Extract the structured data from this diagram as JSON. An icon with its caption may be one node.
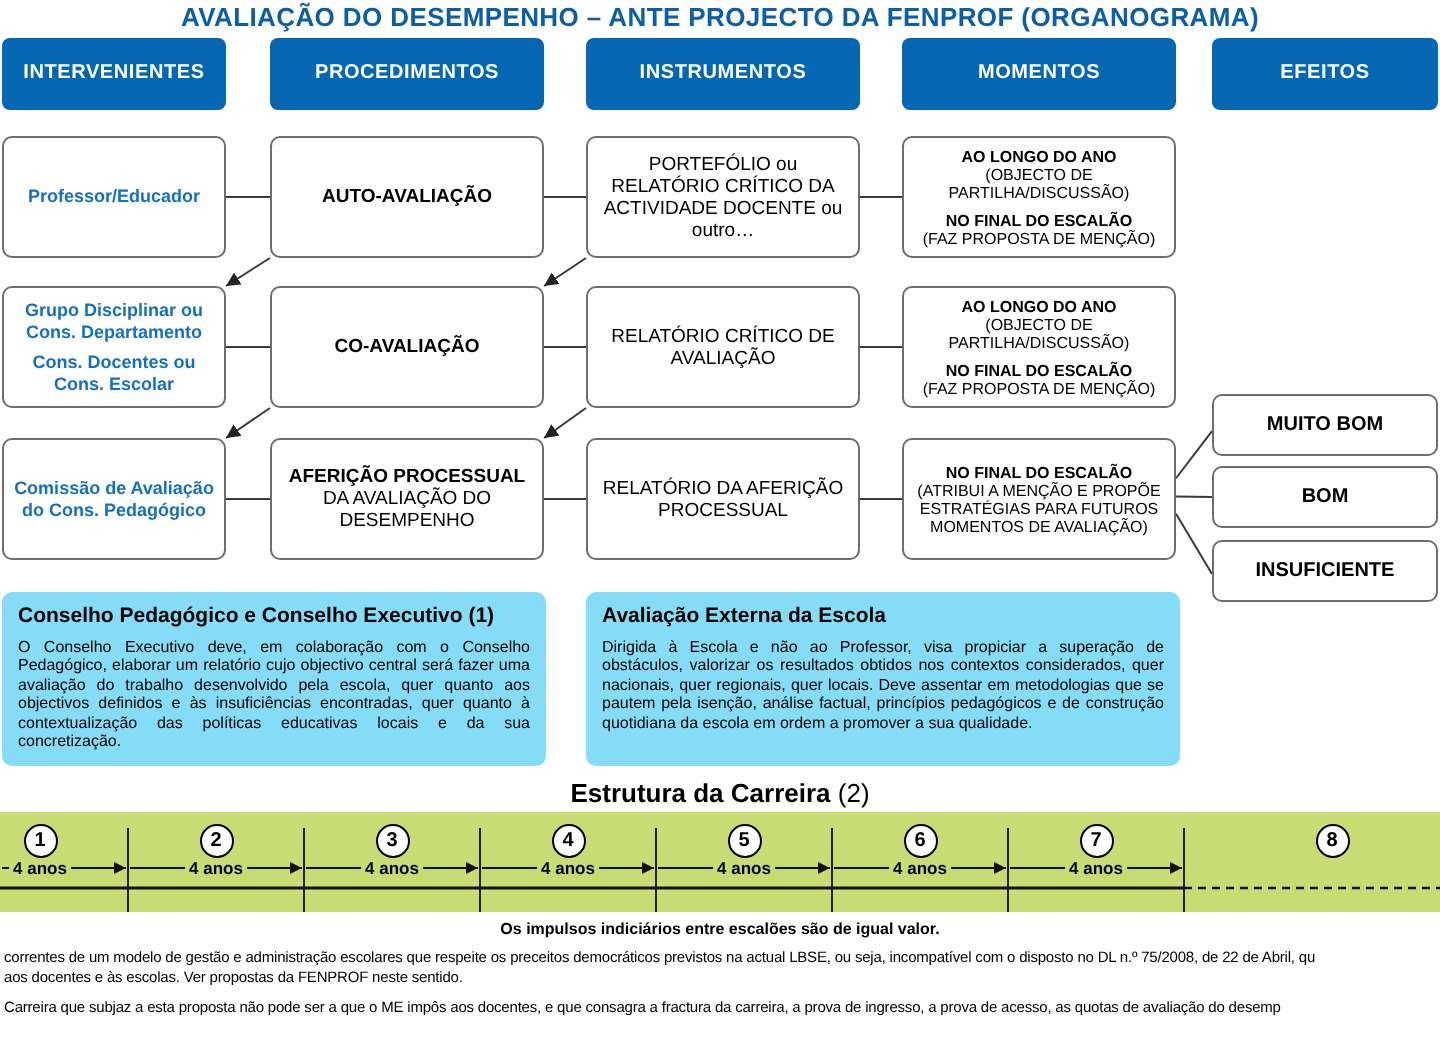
{
  "diagram": {
    "title": "AVALIAÇÃO DO DESEMPENHO – ANTE PROJECTO DA FENPROF (ORGANOGRAMA)",
    "nodes": [
      {
        "text": [
          "INTERVENIENTES"
        ]
      },
      {
        "text": [
          "PROCEDIMENTOS"
        ]
      },
      {
        "text": [
          "INSTRUMENTOS"
        ]
      },
      {
        "text": [
          "MOMENTOS"
        ]
      },
      {
        "text": [
          "EFEITOS"
        ]
      },
      {
        "text": [
          "Professor/Educador"
        ]
      },
      {
        "text": [
          "AUTO-AVALIAÇÃO"
        ]
      },
      {
        "text": [
          "PORTEFÓLIO ou RELATÓRIO CRÍTICO DA ACTIVIDADE DOCENTE ou outro…"
        ]
      },
      {
        "text": [
          "AO LONGO DO ANO",
          "(OBJECTO DE PARTILHA/DISCUSSÃO)",
          "NO FINAL DO ESCALÃO",
          "(FAZ PROPOSTA DE MENÇÃO)"
        ]
      },
      {
        "text": [
          "Grupo Disciplinar ou Cons. Departamento",
          "Cons. Docentes ou Cons. Escolar"
        ]
      },
      {
        "text": [
          "CO-AVALIAÇÃO"
        ]
      },
      {
        "text": [
          "RELATÓRIO CRÍTICO DE AVALIAÇÃO"
        ]
      },
      {
        "text": [
          "AO LONGO DO ANO",
          "(OBJECTO DE PARTILHA/DISCUSSÃO)",
          "NO FINAL DO ESCALÃO",
          "(FAZ PROPOSTA DE MENÇÃO)"
        ]
      },
      {
        "text": [
          "Comissão de Avaliação do Cons. Pedagógico"
        ]
      },
      {
        "text": [
          "**AFERIÇÃO PROCESSUAL** DA AVALIAÇÃO DO DESEMPENHO"
        ]
      },
      {
        "text": [
          "RELATÓRIO DA AFERIÇÃO PROCESSUAL"
        ]
      },
      {
        "text": [
          "NO FINAL DO ESCALÃO",
          "(ATRIBUI A MENÇÃO E PROPÕE ESTRATÉGIAS PARA FUTUROS MOMENTOS DE AVALIAÇÃO)"
        ]
      },
      {
        "text": [
          "MUITO BOM"
        ]
      },
      {
        "text": [
          "BOM"
        ]
      },
      {
        "text": [
          "INSUFICIENTE"
        ]
      },
      {
        "text": [
          "Conselho Pedagógico e Conselho Executivo (1)",
          "O Conselho Executivo deve, em colaboração com o Conselho Pedagógico, elaborar um relatório cujo objectivo central será fazer uma avaliação do trabalho desenvolvido pela escola, quer quanto aos objectivos definidos e às insuficiências encontradas, quer quanto à contextualização das políticas educativas locais e da sua concretização."
        ]
      },
      {
        "text": [
          "Avaliação Externa da Escola",
          "Dirigida à Escola e não ao Professor, visa propiciar a superação de obstáculos, valorizar os resultados obtidos nos contextos considerados, quer nacionais, quer regionais, quer locais. Deve assentar em metodologias que se pautem pela isenção, análise factual, princípios pedagógicos e de construção quotidiana da escola em ordem a promover a sua qualidade."
        ]
      }
    ],
    "edges": [
      {
        "from": 5,
        "to": 6,
        "arrow": "none"
      },
      {
        "from": 6,
        "to": 7,
        "arrow": "none"
      },
      {
        "from": 7,
        "to": 8,
        "arrow": "none"
      },
      {
        "from": 9,
        "to": 10,
        "arrow": "none"
      },
      {
        "from": 10,
        "to": 11,
        "arrow": "none"
      },
      {
        "from": 11,
        "to": 12,
        "arrow": "none"
      },
      {
        "from": 13,
        "to": 14,
        "arrow": "none"
      },
      {
        "from": 14,
        "to": 15,
        "arrow": "none"
      },
      {
        "from": 15,
        "to": 16,
        "arrow": "none"
      },
      {
        "from": 6,
        "to": 9,
        "arrow": "to"
      },
      {
        "from": 7,
        "to": 10,
        "arrow": "to"
      },
      {
        "from": 10,
        "to": 13,
        "arrow": "to"
      },
      {
        "from": 11,
        "to": 14,
        "arrow": "to"
      },
      {
        "from": 16,
        "to": 17,
        "arrow": "none"
      },
      {
        "from": 16,
        "to": 18,
        "arrow": "none"
      },
      {
        "from": 16,
        "to": 19,
        "arrow": "none"
      }
    ],
    "labels": [
      "**Estrutura da Carreira** (2)",
      "1",
      "2",
      "3",
      "4",
      "5",
      "6",
      "7",
      "8",
      "4 anos",
      "4 anos",
      "4 anos",
      "4 anos",
      "4 anos",
      "4 anos",
      "4 anos",
      "Os impulsos indiciários entre escalões são de igual valor.",
      "correntes de um modelo de gestão e administração escolares que respeite os preceitos democráticos previstos na actual LBSE, ou seja, incompatível com o disposto no DL n.º 75/2008, de 22 de Abril, qu",
      "aos docentes e às escolas. Ver propostas da FENPROF neste sentido.",
      "Carreira que subjaz a esta proposta não pode ser a que o ME impôs aos docentes, e que consagra a fractura da carreira, a prova de ingresso, a prova de acesso, as quotas de avaliação do desemp"
    ]
  }
}
